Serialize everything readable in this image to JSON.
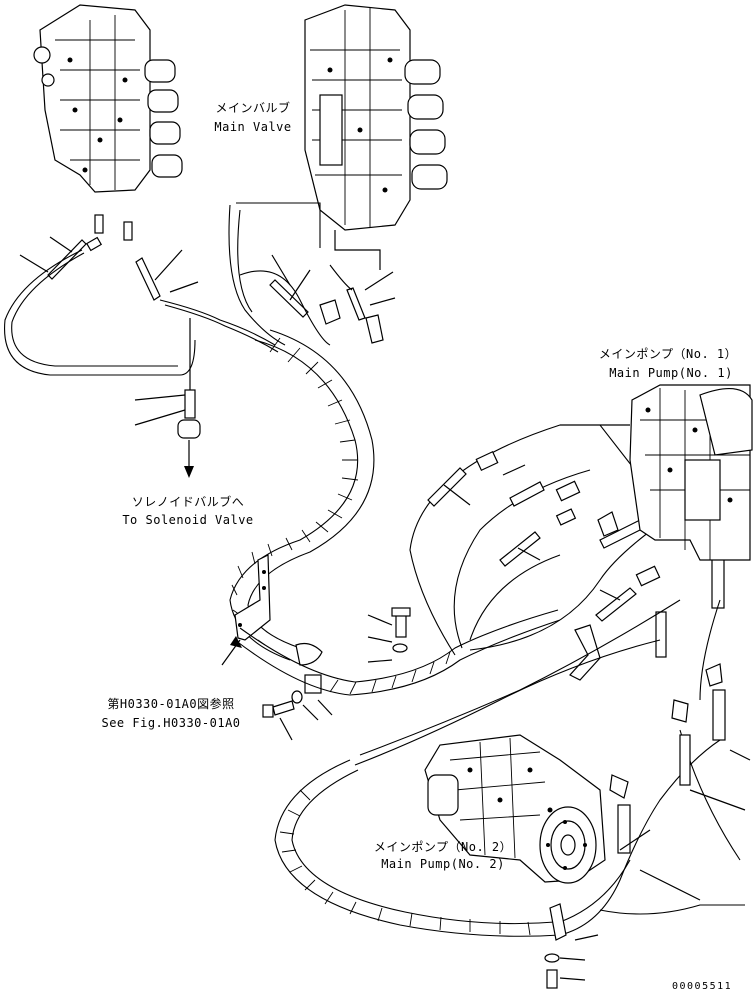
{
  "labels": {
    "main_valve_jp": "メインバルブ",
    "main_valve_en": "Main Valve",
    "main_pump1_jp": "メインポンプ（No. 1）",
    "main_pump1_en": "Main Pump(No. 1)",
    "solenoid_jp": "ソレノイドバルブへ",
    "solenoid_en": "To Solenoid Valve",
    "see_fig_jp": "第H0330-01A0図参照",
    "see_fig_en": "See Fig.H0330-01A0",
    "main_pump2_jp": "メインポンプ（No. 2）",
    "main_pump2_en": "Main Pump(No. 2)",
    "drawing_number": "00005511"
  }
}
